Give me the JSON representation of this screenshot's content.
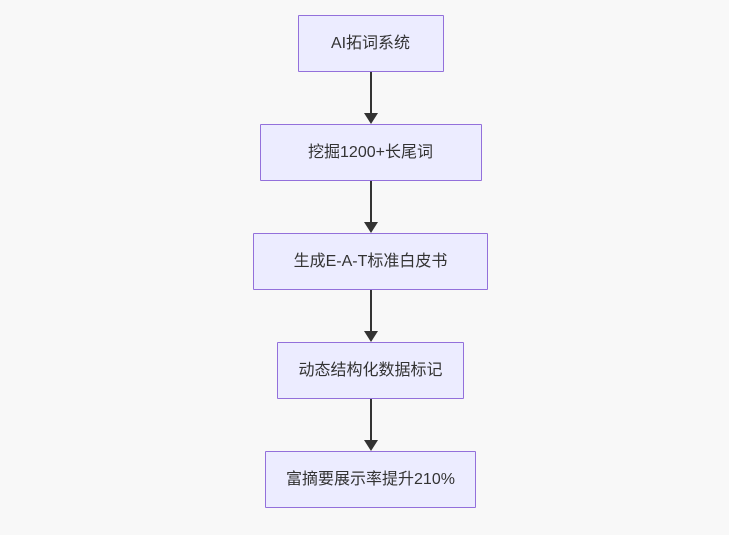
{
  "diagram": {
    "type": "flowchart",
    "direction": "top-down",
    "colors": {
      "background": "#f8f8f8",
      "node_fill": "#ECECFF",
      "node_border": "#9370DB",
      "arrow": "#333333",
      "text": "#333333"
    },
    "nodes": [
      {
        "id": "A",
        "label": "AI拓词系统"
      },
      {
        "id": "B",
        "label": "挖掘1200+长尾词"
      },
      {
        "id": "C",
        "label": "生成E-A-T标准白皮书"
      },
      {
        "id": "D",
        "label": "动态结构化数据标记"
      },
      {
        "id": "E",
        "label": "富摘要展示率提升210%"
      }
    ],
    "edges": [
      {
        "from": "A",
        "to": "B"
      },
      {
        "from": "B",
        "to": "C"
      },
      {
        "from": "C",
        "to": "D"
      },
      {
        "from": "D",
        "to": "E"
      }
    ]
  }
}
